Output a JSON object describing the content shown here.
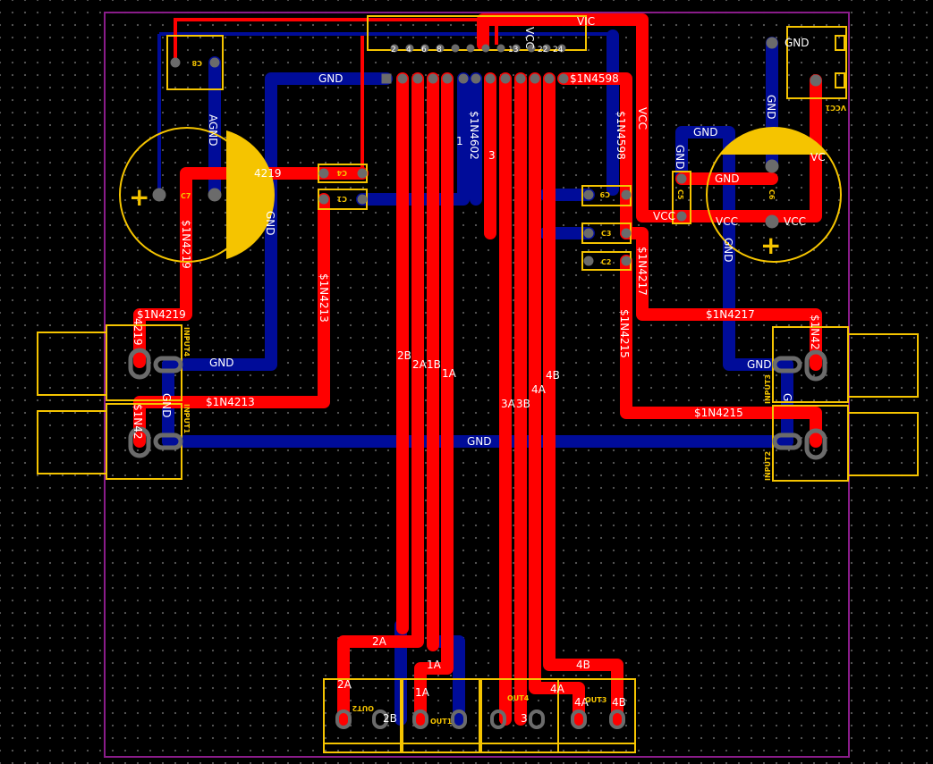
{
  "colors": {
    "background": "#000000",
    "top_copper": "#ff0000",
    "bottom_copper": "#000c99",
    "silkscreen": "#f5c400",
    "board_outline": "#8a1c8a",
    "pad": "#6b6b6b",
    "label_text": "#ffffff"
  },
  "nets": {
    "gnd": "GND",
    "vcc": "VCC",
    "agnd": "AGND",
    "n4219": "$1N4219",
    "n4213": "$1N4213",
    "n4217": "$1N4217",
    "n4215": "$1N4215",
    "n4598": "$1N4598",
    "n4602": "$1N4602",
    "n4219_short": "4219",
    "n4217_short": "$1N42",
    "n4215_short": "$1N42",
    "n4213_short": "$1N42",
    "n1": "1",
    "n3": "3",
    "a1": "1A",
    "a2": "2A",
    "b1": "1B",
    "b2": "2B",
    "a3": "3A",
    "a4": "4A",
    "b3": "3B",
    "b4": "4B",
    "b3_short": "3",
    "vcc_short": "VCC",
    "vic": "VIC",
    "gnd_short": "G",
    "vcc_rot": "VCC",
    "vc": "VC"
  },
  "components": {
    "c1": "C1",
    "c2": "C2",
    "c3": "C3",
    "c4": "C4",
    "c5": "C5",
    "c6": "C6",
    "c7": "C7",
    "c8": "C8",
    "c9": "C9",
    "input1": "INPUT1",
    "input2": "INPUT2",
    "input3": "INPUT3",
    "input4": "INPUT4",
    "out1": "OUT1",
    "out2": "OUT2",
    "out3": "OUT3",
    "out4": "OUT4",
    "vcc1": "VCC1",
    "polarity": "+"
  },
  "ic_pins": [
    "2",
    "4",
    "6",
    "8",
    "13",
    "22",
    "24"
  ]
}
